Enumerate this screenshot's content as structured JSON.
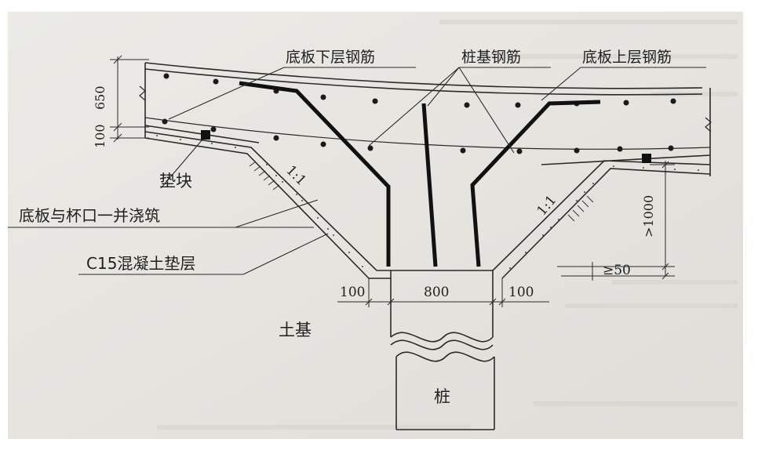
{
  "labels": {
    "bottom_rebar": "底板下层钢筋",
    "pile_rebar": "桩基钢筋",
    "top_rebar": "底板上层钢筋",
    "spacer_block": "垫块",
    "cast_together": "底板与杯口一并浇筑",
    "c15_cushion": "C15混凝土垫层",
    "soil_base": "土基",
    "pile": "桩"
  },
  "dimensions": {
    "slab_thickness": "650",
    "cushion_thickness": "100",
    "pile_width": "800",
    "left_margin": "100",
    "right_margin": "100",
    "cup_depth": ">1000",
    "embed_depth": "≥50"
  },
  "slopes": {
    "left": "1:1",
    "right": "1:1"
  },
  "colors": {
    "paper": "#e9e7e2",
    "ink": "#262626",
    "rebar": "#161616"
  }
}
